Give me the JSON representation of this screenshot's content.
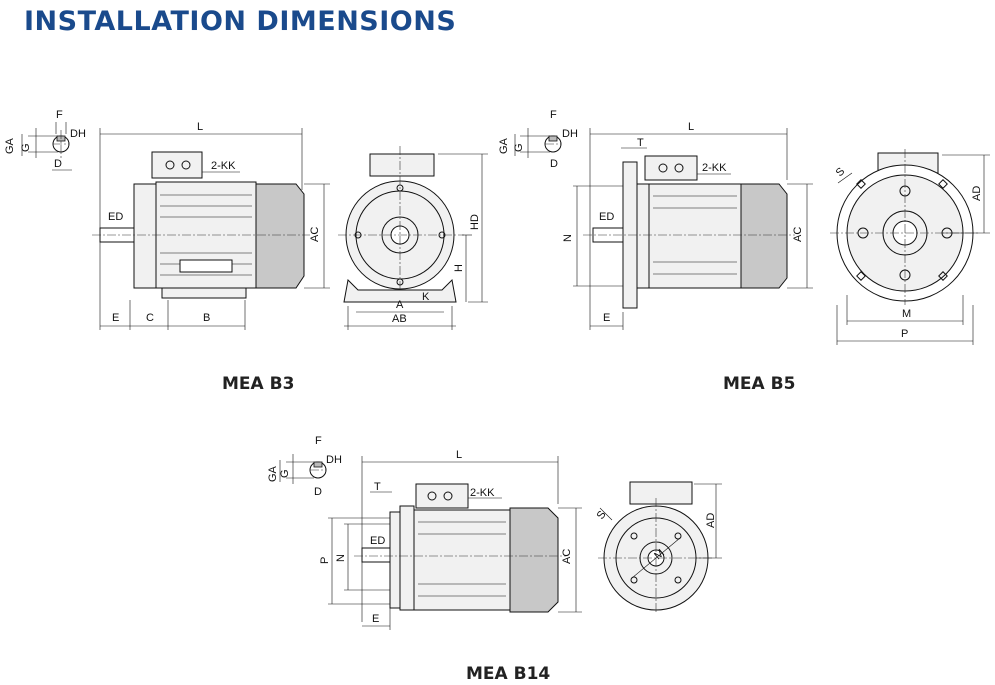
{
  "title": "INSTALLATION DIMENSIONS",
  "captions": {
    "b3": "MEA B3",
    "b5": "MEA B5",
    "b14": "MEA B14"
  },
  "labels": {
    "F": "F",
    "GA": "GA",
    "G": "G",
    "DH": "DH",
    "D": "D",
    "L": "L",
    "KK": "2-KK",
    "ED": "ED",
    "AC": "AC",
    "E": "E",
    "C": "C",
    "B": "B",
    "HD": "HD",
    "H": "H",
    "A": "A",
    "AB": "AB",
    "K": "K",
    "T": "T",
    "N": "N",
    "S": "S",
    "AD": "AD",
    "M": "M",
    "P": "P"
  },
  "colors": {
    "title": "#1a4a8c",
    "line": "#111111"
  }
}
